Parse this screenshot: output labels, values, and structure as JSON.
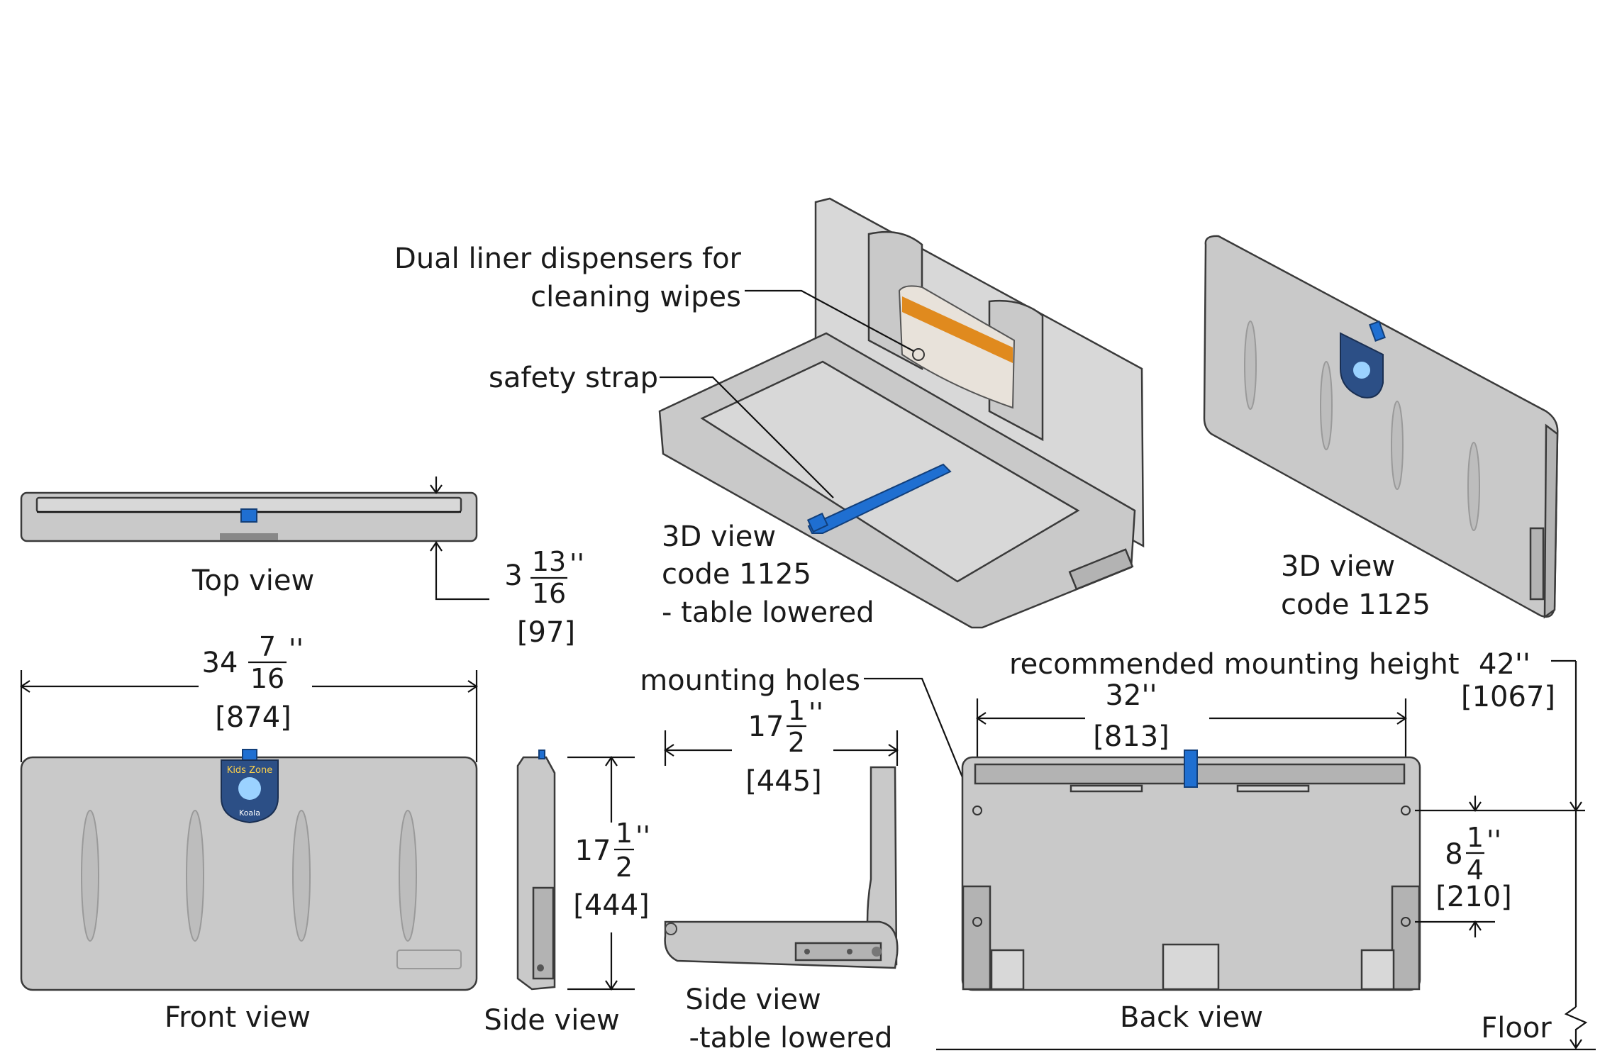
{
  "labels": {
    "dispensers_line1": "Dual liner dispensers for",
    "dispensers_line2": "cleaning wipes",
    "safety_strap": "safety strap",
    "view_3d_lowered_l1": "3D view",
    "view_3d_lowered_l2": "code 1125",
    "view_3d_lowered_l3": "- table lowered",
    "view_3d_l1": "3D view",
    "view_3d_l2": "code 1125",
    "top_view": "Top view",
    "front_view": "Front view",
    "side_view": "Side view",
    "side_view_lowered_l1": "Side view",
    "side_view_lowered_l2": "-table lowered",
    "back_view": "Back view",
    "mounting_holes": "mounting holes",
    "recommended_height": "recommended mounting height",
    "floor": "Floor"
  },
  "badge": {
    "line1": "Kids Zone",
    "line2": "Koala"
  },
  "dimensions": {
    "depth": {
      "whole": "3",
      "num": "13",
      "den": "16",
      "mark": "''",
      "metric": "[97]"
    },
    "width": {
      "whole": "34",
      "num": "7",
      "den": "16",
      "mark": "''",
      "metric": "[874]"
    },
    "height": {
      "whole": "17",
      "num": "1",
      "den": "2",
      "mark": "''",
      "metric": "[444]"
    },
    "lowered_depth": {
      "whole": "17",
      "num": "1",
      "den": "2",
      "mark": "''",
      "metric": "[445]"
    },
    "hole_spacing": {
      "value": "32''",
      "metric": "[813]"
    },
    "hole_offset": {
      "whole": "8",
      "num": "1",
      "den": "4",
      "mark": "''",
      "metric": "[210]"
    },
    "mount_height": {
      "value": "42''",
      "metric": "[1067]"
    }
  },
  "colors": {
    "body": "#c9c9c9",
    "strap": "#1f6fd1",
    "badge": "#2c4f86",
    "warning": "#e08a1e"
  }
}
